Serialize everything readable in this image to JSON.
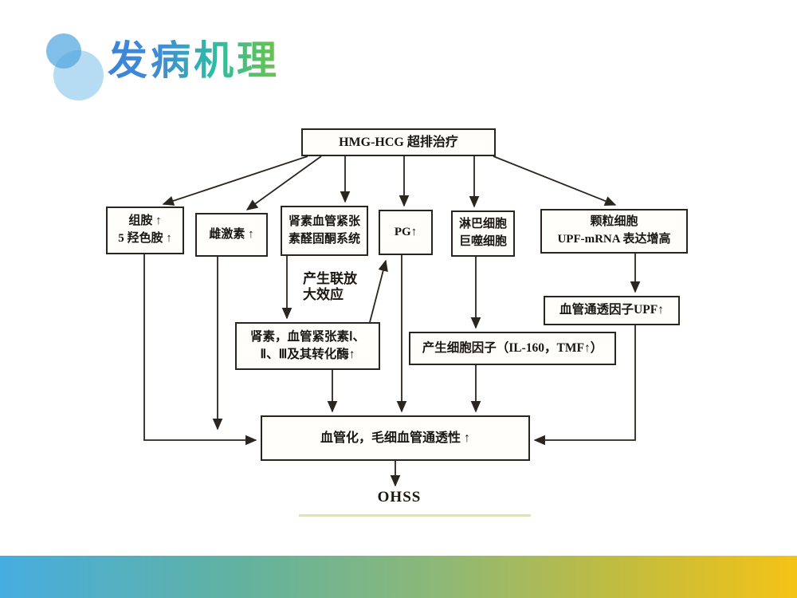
{
  "slide": {
    "title": "发病机理",
    "title_gradient": [
      "#3c83da",
      "#2cbda6",
      "#6fc247"
    ],
    "decor_circle_colors": {
      "small": "#50a6df",
      "large": "#b5dcf2"
    },
    "footer_gradient": [
      "#46ade0",
      "#8db877",
      "#f4c316"
    ]
  },
  "flowchart": {
    "stroke_color": "#2a251f",
    "underline_color": "#d8e9a4",
    "nodes": {
      "treatment": {
        "lines": [
          "HMG-HCG 超排治疗"
        ]
      },
      "histamine": {
        "lines": [
          "组胺 ↑",
          "5 羟色胺 ↑"
        ]
      },
      "estrogen": {
        "lines": [
          "雌激素 ↑"
        ]
      },
      "raas": {
        "lines": [
          "肾素血管紧张",
          "素醛固酮系统"
        ]
      },
      "pg": {
        "lines": [
          "PG↑"
        ]
      },
      "lymphocyte": {
        "lines": [
          "淋巴细胞",
          "巨噬细胞"
        ]
      },
      "granulosa": {
        "lines": [
          "颗粒细胞",
          "UPF-mRNA 表达增高"
        ]
      },
      "upf": {
        "lines": [
          "血管通透因子UPF↑"
        ]
      },
      "renin": {
        "lines": [
          "肾素，血管紧张素Ⅰ、",
          "Ⅱ、Ⅲ及其转化酶↑"
        ]
      },
      "cytokine": {
        "lines": [
          "产生细胞因子（IL-160，TMF↑）"
        ]
      },
      "vascular": {
        "lines": [
          "血管化，毛细血管通透性 ↑"
        ]
      },
      "cascade_note": {
        "lines": [
          "产生联放",
          "大效应"
        ]
      },
      "ohss": {
        "lines": [
          "OHSS"
        ]
      }
    },
    "edges": [
      {
        "from": "treatment",
        "to": "histamine"
      },
      {
        "from": "treatment",
        "to": "estrogen"
      },
      {
        "from": "treatment",
        "to": "raas"
      },
      {
        "from": "treatment",
        "to": "pg"
      },
      {
        "from": "treatment",
        "to": "lymphocyte"
      },
      {
        "from": "treatment",
        "to": "granulosa"
      },
      {
        "from": "raas",
        "to": "renin",
        "label": "产生联放大效应"
      },
      {
        "from": "renin",
        "to": "pg"
      },
      {
        "from": "granulosa",
        "to": "upf"
      },
      {
        "from": "lymphocyte",
        "to": "cytokine"
      },
      {
        "from": "histamine",
        "to": "vascular"
      },
      {
        "from": "estrogen",
        "to": "vascular"
      },
      {
        "from": "renin",
        "to": "vascular"
      },
      {
        "from": "pg",
        "to": "vascular"
      },
      {
        "from": "cytokine",
        "to": "vascular"
      },
      {
        "from": "upf",
        "to": "vascular"
      },
      {
        "from": "vascular",
        "to": "ohss"
      }
    ]
  }
}
